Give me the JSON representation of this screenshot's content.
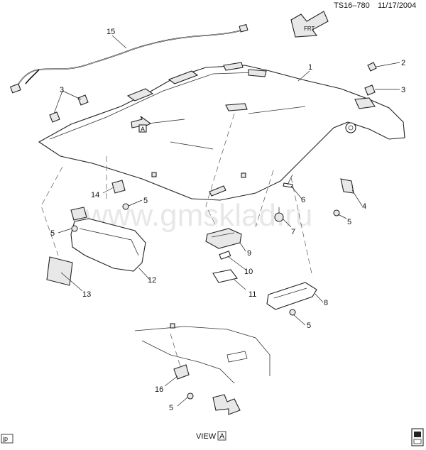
{
  "header": {
    "diagram_id": "TS16–780",
    "date": "11/17/2004"
  },
  "watermark": "www.gmsklad.ru",
  "footer": {
    "view_label": "VIEW",
    "view_ref": "A",
    "corner_tag": "jp"
  },
  "frt_label": "FRT",
  "view_arrow_letter": "A",
  "callouts": {
    "c1": "1",
    "c2": "2",
    "c3a": "3",
    "c3b": "3",
    "c4": "4",
    "c5a": "5",
    "c5b": "5",
    "c5c": "5",
    "c5d": "5",
    "c5e": "5",
    "c6": "6",
    "c7": "7",
    "c8": "8",
    "c9": "9",
    "c10": "10",
    "c11": "11",
    "c12": "12",
    "c13": "13",
    "c14": "14",
    "c15": "15",
    "c16": "16"
  }
}
